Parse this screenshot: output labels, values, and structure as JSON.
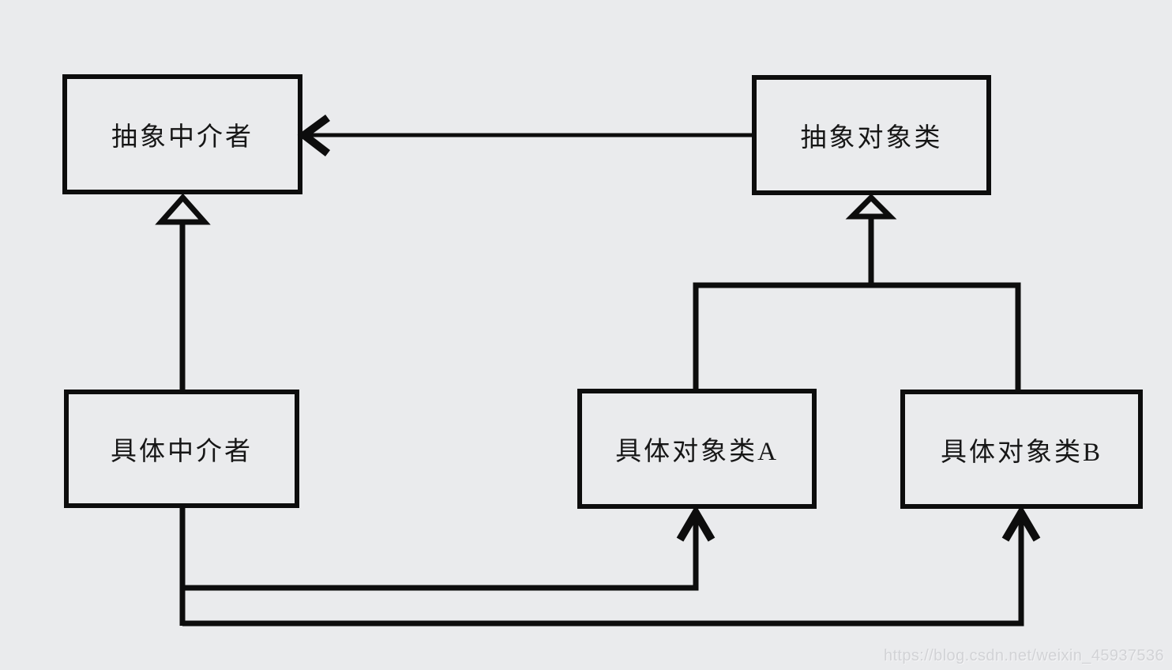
{
  "diagram": {
    "title_hint": "Mediator pattern class diagram",
    "background_color": "#eaebed",
    "line_color": "#0d0d0d",
    "boxes": [
      {
        "id": "abstract-mediator",
        "label": "抽象中介者"
      },
      {
        "id": "abstract-colleague",
        "label": "抽象对象类"
      },
      {
        "id": "concrete-mediator",
        "label": "具体中介者"
      },
      {
        "id": "concrete-colleague-a",
        "label": "具体对象类A"
      },
      {
        "id": "concrete-colleague-b",
        "label": "具体对象类B"
      }
    ],
    "relationships": [
      {
        "from": "抽象对象类",
        "to": "抽象中介者",
        "type": "association-arrow"
      },
      {
        "from": "具体中介者",
        "to": "抽象中介者",
        "type": "generalization-hollow-triangle"
      },
      {
        "from": "具体对象类A",
        "to": "抽象对象类",
        "type": "generalization-hollow-triangle"
      },
      {
        "from": "具体对象类B",
        "to": "抽象对象类",
        "type": "generalization-hollow-triangle"
      },
      {
        "from": "具体中介者",
        "to": "具体对象类A",
        "type": "association-arrow"
      },
      {
        "from": "具体中介者",
        "to": "具体对象类B",
        "type": "association-arrow"
      }
    ],
    "watermark": "https://blog.csdn.net/weixin_45937536"
  }
}
